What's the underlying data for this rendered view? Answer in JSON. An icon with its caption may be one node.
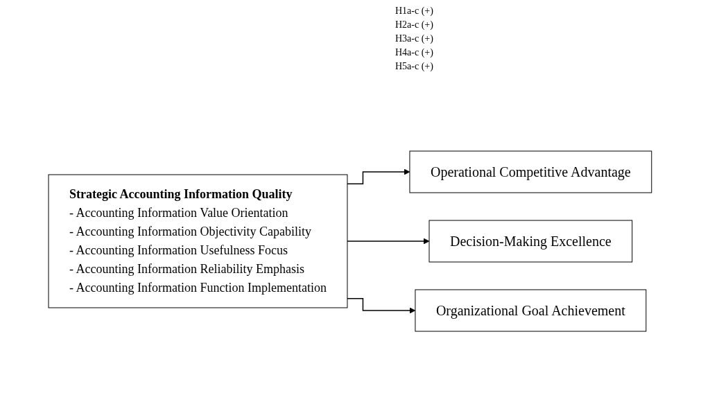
{
  "diagram": {
    "nodes": [
      {
        "text": [
          "Strategic Accounting Information Quality",
          "- Accounting Information Value Orientation",
          "- Accounting Information Objectivity Capability",
          "- Accounting Information Usefulness Focus",
          "- Accounting Information Reliability Emphasis",
          "- Accounting Information Function Implementation"
        ]
      },
      {
        "text": [
          "Operational Competitive Advantage"
        ]
      },
      {
        "text": [
          "Decision-Making Excellence"
        ]
      },
      {
        "text": [
          "Organizational Goal Achievement"
        ]
      }
    ],
    "edges": [
      {
        "from": 0,
        "to": 1,
        "arrow": "to"
      },
      {
        "from": 0,
        "to": 2,
        "arrow": "to"
      },
      {
        "from": 0,
        "to": 3,
        "arrow": "to"
      }
    ],
    "labels": [
      "H1a-c (+)",
      "H2a-c (+)",
      "H3a-c (+)",
      "H4a-c (+)",
      "H5a-c (+)"
    ]
  }
}
